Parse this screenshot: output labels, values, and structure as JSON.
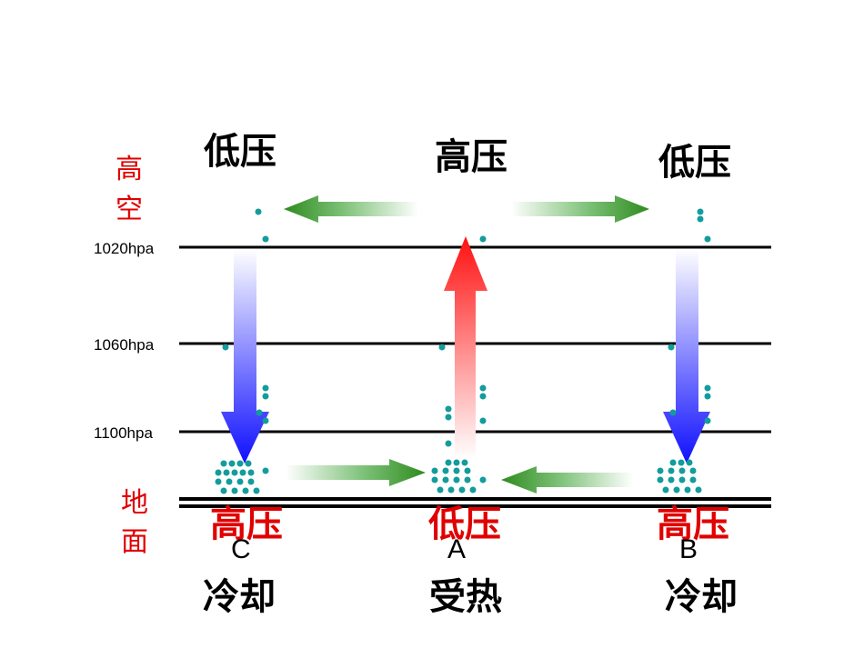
{
  "labels": {
    "upper_left": "低压",
    "upper_center": "高压",
    "upper_right": "低压",
    "side_upper_1": "高",
    "side_upper_2": "空",
    "side_ground_1": "地",
    "side_ground_2": "面",
    "ground_left": "高压",
    "ground_center": "低压",
    "ground_right": "高压",
    "point_left": "C",
    "point_center": "A",
    "point_right": "B",
    "state_left": "冷却",
    "state_center": "受热",
    "state_right": "冷却"
  },
  "pressure_levels": [
    "1020hpa",
    "1060hpa",
    "1100hpa"
  ],
  "colors": {
    "red_text": "#e00000",
    "dot": "#139c9c",
    "arrow_green": "#2e8b1e",
    "arrow_blue": "#1a1aff",
    "arrow_red": "#ff1a1a"
  }
}
